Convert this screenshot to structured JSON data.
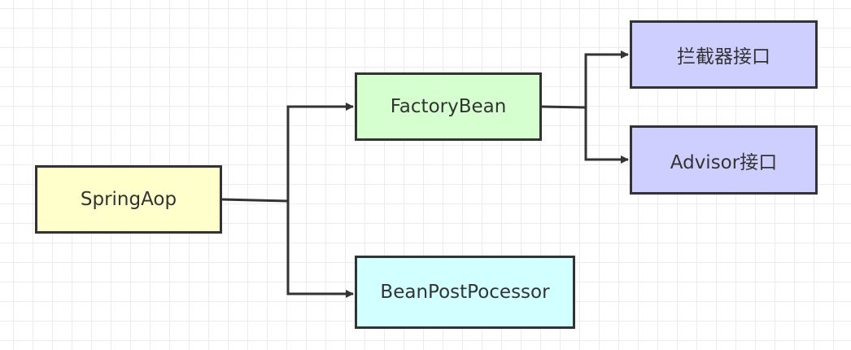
{
  "colors": {
    "springaop_fill": "#ffffcc",
    "factorybean_fill": "#d6ffd0",
    "beanpost_fill": "#d2ffff",
    "interface_fill": "#cfcfff",
    "stroke": "#333333"
  },
  "nodes": {
    "springaop": "SpringAop",
    "factorybean": "FactoryBean",
    "beanpostprocessor": "BeanPostPocessor",
    "interceptor_interface": "拦截器接口",
    "advisor_interface": "Advisor接口"
  },
  "edges": [
    {
      "from": "SpringAop",
      "to": "FactoryBean"
    },
    {
      "from": "SpringAop",
      "to": "BeanPostPocessor"
    },
    {
      "from": "FactoryBean",
      "to": "拦截器接口"
    },
    {
      "from": "FactoryBean",
      "to": "Advisor接口"
    }
  ]
}
